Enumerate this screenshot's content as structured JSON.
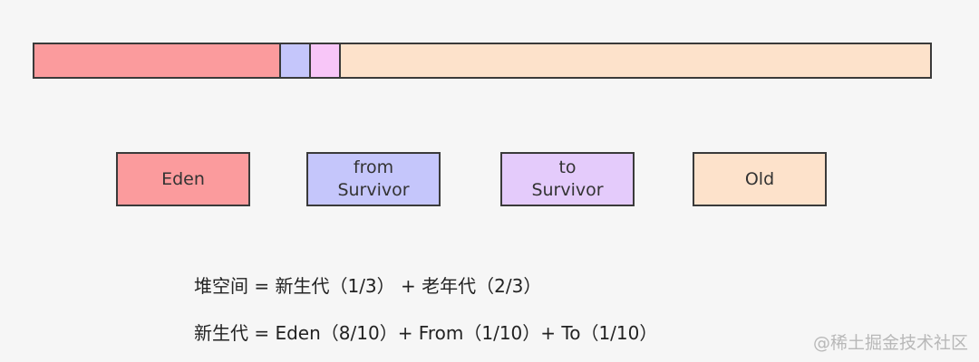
{
  "diagram": {
    "heap_bar": {
      "segments": [
        {
          "id": "eden",
          "color": "#fb9b9d"
        },
        {
          "id": "from-survivor",
          "color": "#c5c6fb"
        },
        {
          "id": "to-survivor",
          "color": "#f8c6f8"
        },
        {
          "id": "old",
          "color": "#fde2cb"
        }
      ]
    },
    "legend": [
      {
        "lines": [
          "Eden"
        ],
        "color": "#fb9b9d"
      },
      {
        "lines": [
          "from",
          "Survivor"
        ],
        "color": "#c5c6fb"
      },
      {
        "lines": [
          "to",
          "Survivor"
        ],
        "color": "#e4cbfb"
      },
      {
        "lines": [
          "Old"
        ],
        "color": "#fde2cb"
      }
    ],
    "formulas": [
      "堆空间 = 新生代（1/3） + 老年代（2/3）",
      "新生代 = Eden（8/10）+ From（1/10）+ To（1/10）"
    ]
  },
  "watermark": "@稀土掘金技术社区"
}
